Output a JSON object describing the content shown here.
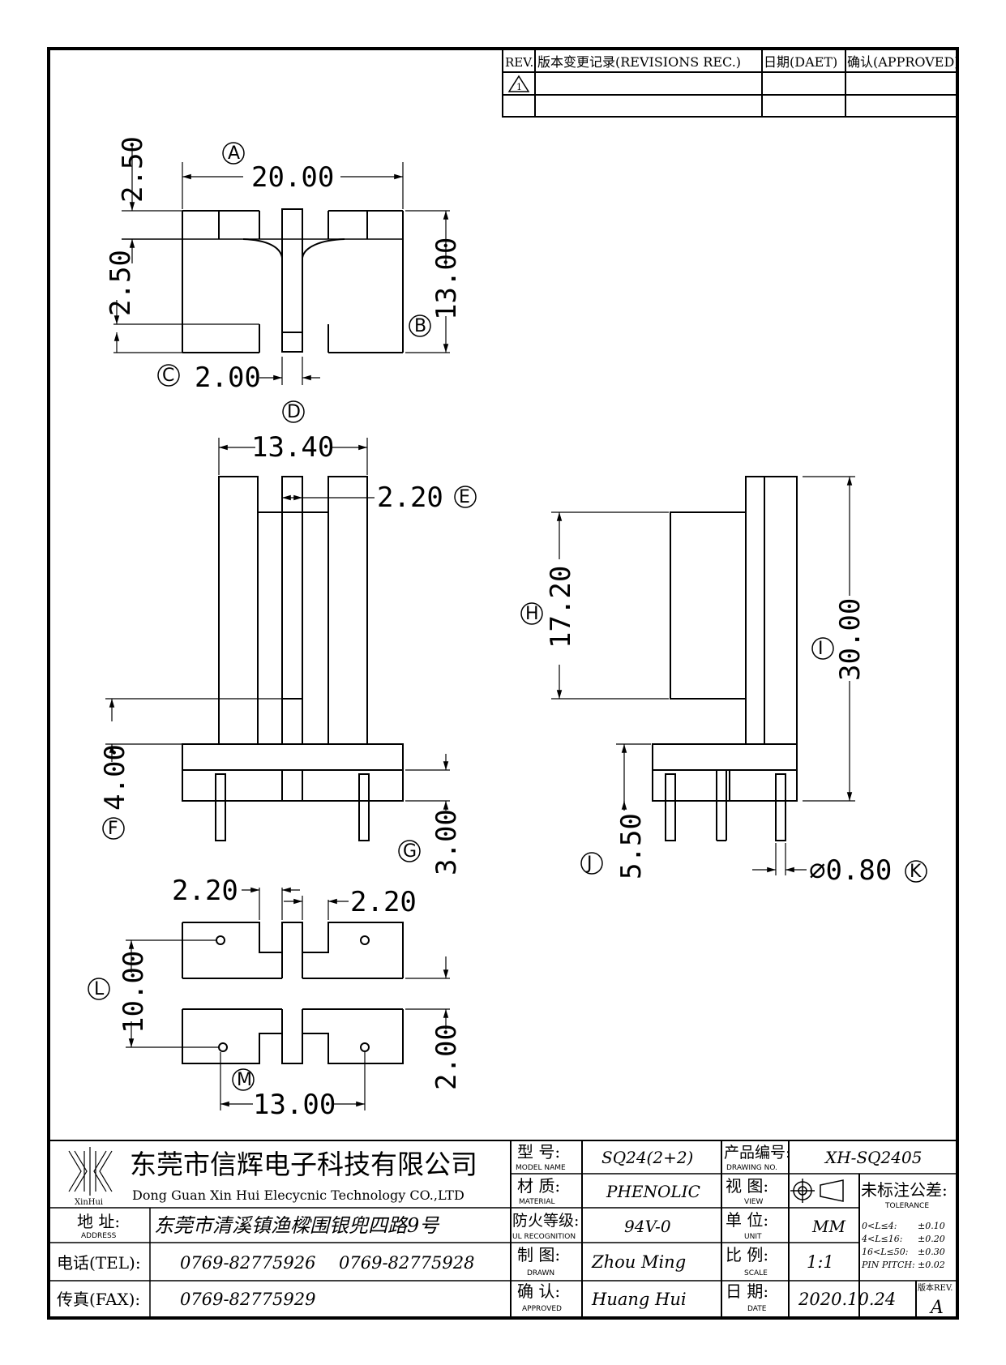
{
  "revisions": {
    "headers": {
      "rev": "REV.",
      "record": "版本变更记录(REVISIONS REC.)",
      "date": "日期(DAET)",
      "approved": "确认(APPROVED)"
    },
    "first_rev_symbol": "1"
  },
  "dimensions": {
    "A": {
      "label": "A",
      "value": "20.00"
    },
    "B": {
      "label": "B",
      "value": "13.00"
    },
    "C": {
      "label": "C",
      "value": "2.00"
    },
    "D": {
      "label": "D",
      "value": "13.40"
    },
    "E": {
      "label": "E",
      "value": "2.20"
    },
    "F": {
      "label": "F",
      "value": "4.00"
    },
    "G": {
      "label": "G",
      "value": "3.00"
    },
    "H": {
      "label": "H",
      "value": "17.20"
    },
    "I": {
      "label": "I",
      "value": "30.00"
    },
    "J": {
      "label": "J",
      "value": "5.50"
    },
    "K": {
      "label": "K",
      "value": "⌀0.80"
    },
    "L": {
      "label": "L",
      "value": "10.00"
    },
    "M": {
      "label": "M",
      "value": "13.00"
    },
    "top_upper": "2.50",
    "top_lower": "2.50",
    "bottom_left_slot": "2.20",
    "bottom_right_slot": "2.20",
    "bottom_rib": "2.00"
  },
  "title_block": {
    "logo_text": "XinHui",
    "company_cn": "东莞市信辉电子科技有限公司",
    "company_en": "Dong Guan Xin Hui Elecycnic Technology CO.,LTD",
    "address_label_cn": "地 址:",
    "address_label_en": "ADDRESS",
    "address": "东莞市清溪镇渔樑围银兜四路9号",
    "tel_label": "电话(TEL):",
    "tel1": "0769-82775926",
    "tel2": "0769-82775928",
    "fax_label": "传真(FAX):",
    "fax": "0769-82775929",
    "model_label_cn": "型 号:",
    "model_label_en": "MODEL NAME",
    "model": "SQ24(2+2)",
    "material_label_cn": "材 质:",
    "material_label_en": "MATERIAL",
    "material": "PHENOLIC",
    "ul_label_cn": "防火等级:",
    "ul_label_en": "UL RECOGNITION",
    "ul": "94V-0",
    "drawn_label_cn": "制 图:",
    "drawn_label_en": "DRAWN",
    "drawn": "Zhou Ming",
    "approved_label_cn": "确 认:",
    "approved_label_en": "APPROVED",
    "approved": "Huang Hui",
    "drawing_no_label_cn": "产品编号:",
    "drawing_no_label_en": "DRAWING NO.",
    "drawing_no": "XH-SQ2405",
    "view_label_cn": "视 图:",
    "view_label_en": "VIEW",
    "unit_label_cn": "单 位:",
    "unit_label_en": "UNIT",
    "unit": "MM",
    "scale_label_cn": "比 例:",
    "scale_label_en": "SCALE",
    "scale": "1:1",
    "date_label_cn": "日 期:",
    "date_label_en": "DATE",
    "date": "2020.10.24",
    "tolerance_title_cn": "未标注公差:",
    "tolerance_title_en": "TOLERANCE",
    "tolerances": [
      {
        "range": "0<L≤4:",
        "value": "±0.10"
      },
      {
        "range": "4<L≤16:",
        "value": "±0.20"
      },
      {
        "range": "16<L≤50:",
        "value": "±0.30"
      },
      {
        "range": "PIN PITCH:",
        "value": "±0.02"
      }
    ],
    "rev_label": "版本REV.",
    "rev": "A"
  }
}
